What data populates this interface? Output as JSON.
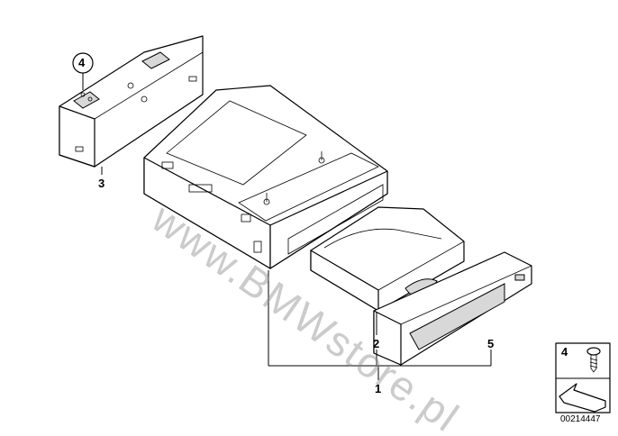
{
  "watermark": "www.BMWstore.pl",
  "callouts": {
    "part_1": "1",
    "part_2": "2",
    "part_3": "3",
    "part_4_circled": "4",
    "part_5": "5"
  },
  "legend": {
    "item_number": "4",
    "item_icon": "screw-icon",
    "arrow_icon": "direction-arrow-icon"
  },
  "document_number": "00214447"
}
